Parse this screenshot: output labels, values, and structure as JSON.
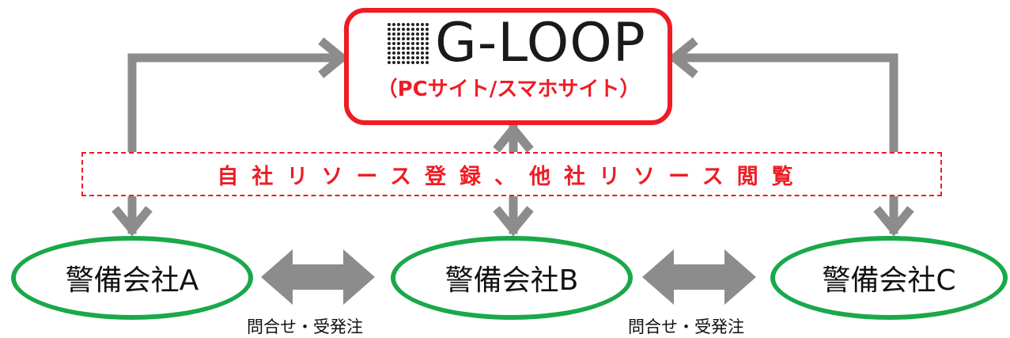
{
  "gloop": {
    "title": "G-LOOP",
    "subtitle": "（PCサイト/スマホサイト）"
  },
  "banner": {
    "text": "自社リソース登録、他社リソース閲覧"
  },
  "companies": [
    {
      "label": "警備会社A"
    },
    {
      "label": "警備会社B"
    },
    {
      "label": "警備会社C"
    }
  ],
  "exchanges": [
    {
      "label": "問合せ・受発注"
    },
    {
      "label": "問合せ・受発注"
    }
  ],
  "colors": {
    "gloop_border": "#ee1c25",
    "banner": "#ee1c25",
    "company_border": "#1aa84a",
    "arrow": "#8c8c8c"
  }
}
